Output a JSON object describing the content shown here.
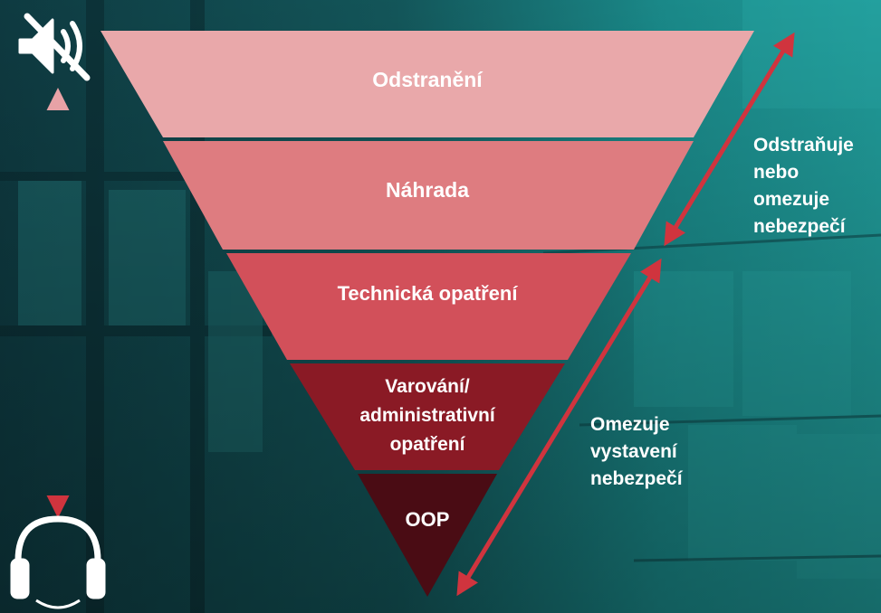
{
  "pyramid": {
    "levels": [
      {
        "label": "Odstranění",
        "color": "#e9a8aa"
      },
      {
        "label": "Náhrada",
        "color": "#de7c80"
      },
      {
        "label": "Technická opatření",
        "color": "#d2505a"
      },
      {
        "label_lines": [
          "Varování/",
          "administrativní",
          "opatření"
        ],
        "color": "#8a1a25"
      },
      {
        "label": "OOP",
        "color": "#4a0c14"
      }
    ]
  },
  "annotations": {
    "upper": "Odstraňuje\nnebo\nomezuje\nnebezpečí",
    "lower": "Omezuje\nvystavení\nnebezpečí"
  },
  "icons": {
    "top": "muted-speaker-icon",
    "bottom": "headphones-icon"
  },
  "colors": {
    "background": "#1a8a8a",
    "arrow": "#d0343e"
  }
}
